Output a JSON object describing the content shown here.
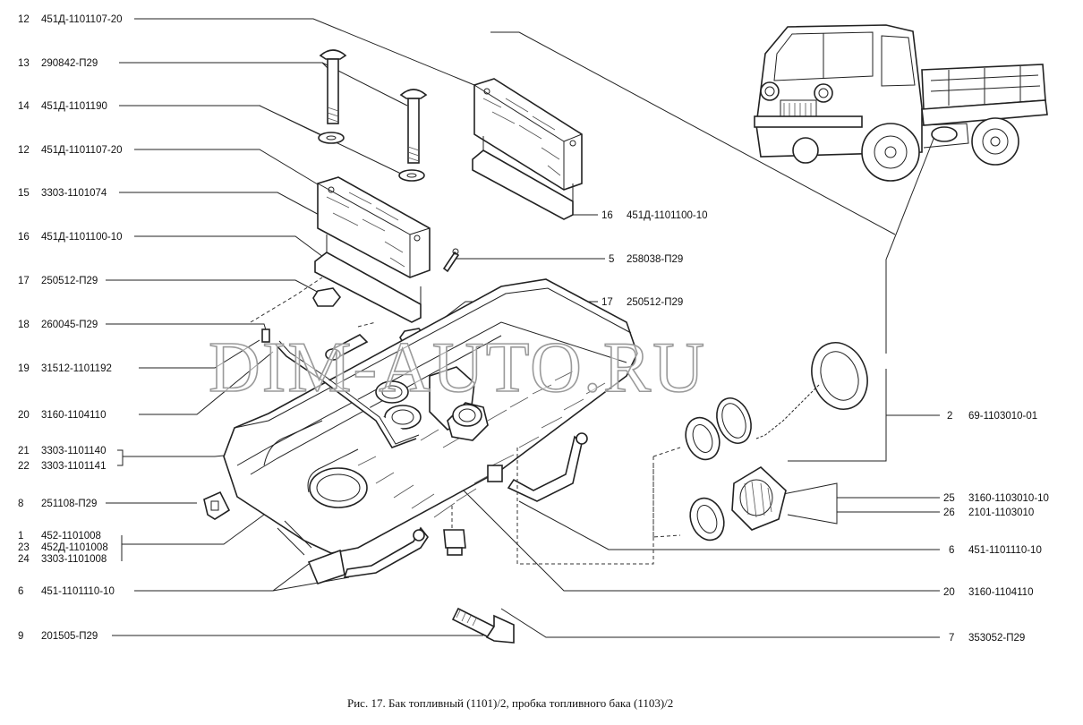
{
  "caption": "Рис. 17. Бак топливный (1101)/2, пробка топливного бака (1103)/2",
  "watermark": "DIM-AUTO.RU",
  "labels_left": [
    {
      "num": "12",
      "code": "451Д-1101107-20"
    },
    {
      "num": "13",
      "code": "290842-П29"
    },
    {
      "num": "14",
      "code": "451Д-1101190"
    },
    {
      "num": "12",
      "code": "451Д-1101107-20"
    },
    {
      "num": "15",
      "code": "3303-1101074"
    },
    {
      "num": "16",
      "code": "451Д-1101100-10"
    },
    {
      "num": "17",
      "code": "250512-П29"
    },
    {
      "num": "18",
      "code": "260045-П29"
    },
    {
      "num": "19",
      "code": "31512-1101192"
    },
    {
      "num": "20",
      "code": "3160-1104110"
    },
    {
      "num": "21",
      "code": "3303-1101140"
    },
    {
      "num": "22",
      "code": "3303-1101141"
    },
    {
      "num": "8",
      "code": "251108-П29"
    },
    {
      "num": "1",
      "code": "452-1101008"
    },
    {
      "num": "23",
      "code": "452Д-1101008"
    },
    {
      "num": "24",
      "code": "3303-1101008"
    },
    {
      "num": "6",
      "code": "451-1101110-10"
    },
    {
      "num": "9",
      "code": "201505-П29"
    }
  ],
  "labels_right": [
    {
      "num": "2",
      "code": "69-1103010-01"
    },
    {
      "num": "25",
      "code": "3160-1103010-10"
    },
    {
      "num": "26",
      "code": "2101-1103010"
    },
    {
      "num": "6",
      "code": "451-1101110-10"
    },
    {
      "num": "20",
      "code": "3160-1104110"
    },
    {
      "num": "7",
      "code": "353052-П29"
    }
  ],
  "labels_inline": [
    {
      "num": "16",
      "code": "451Д-1101100-10"
    },
    {
      "num": "5",
      "code": "258038-П29"
    },
    {
      "num": "17",
      "code": "250512-П29"
    }
  ]
}
